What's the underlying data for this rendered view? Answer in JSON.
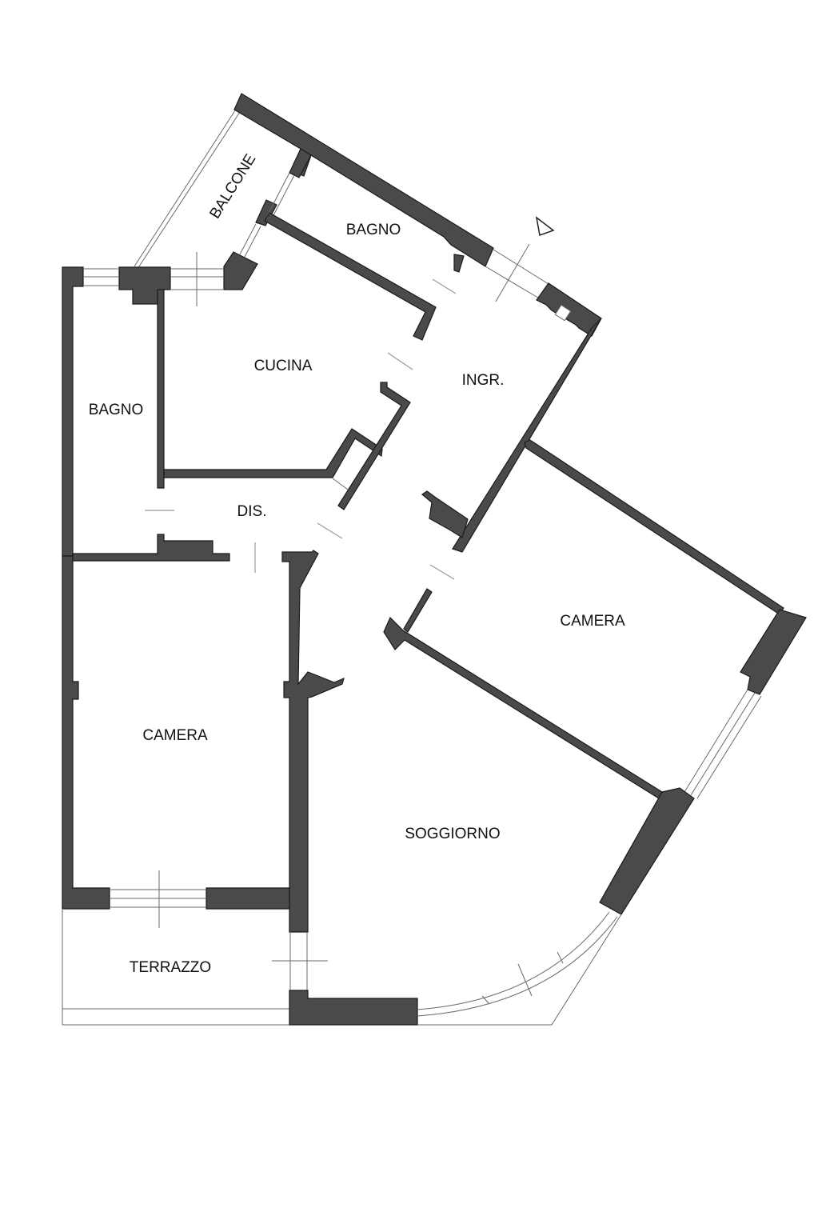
{
  "plan": {
    "wall_color": "#4a4a4a",
    "rooms": {
      "balcone": "BALCONE",
      "bagno_top": "BAGNO",
      "cucina": "CUCINA",
      "ingresso": "INGR.",
      "bagno_left": "BAGNO",
      "disimpegno": "DIS.",
      "camera_right": "CAMERA",
      "camera_left": "CAMERA",
      "soggiorno": "SOGGIORNO",
      "terrazzo": "TERRAZZO"
    },
    "entrance_marker": "triangle-entry-icon"
  }
}
